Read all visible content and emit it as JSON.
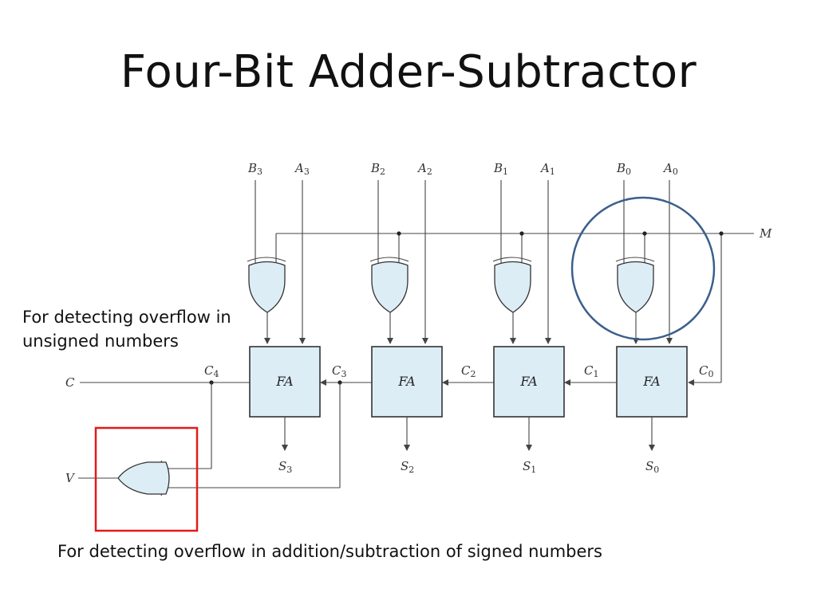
{
  "slide": {
    "title": "Four-Bit Adder-Subtractor",
    "note_unsigned": "For detecting overflow  in unsigned numbers",
    "note_signed": "For detecting overflow in addition/subtraction of signed numbers"
  },
  "diagram": {
    "stages": [
      {
        "b_label": "B",
        "b_sub": "3",
        "a_label": "A",
        "a_sub": "3",
        "fa_label": "FA",
        "s_label": "S",
        "s_sub": "3",
        "cin_label": "C",
        "cin_sub": "3"
      },
      {
        "b_label": "B",
        "b_sub": "2",
        "a_label": "A",
        "a_sub": "2",
        "fa_label": "FA",
        "s_label": "S",
        "s_sub": "2",
        "cin_label": "C",
        "cin_sub": "2"
      },
      {
        "b_label": "B",
        "b_sub": "1",
        "a_label": "A",
        "a_sub": "1",
        "fa_label": "FA",
        "s_label": "S",
        "s_sub": "1",
        "cin_label": "C",
        "cin_sub": "1"
      },
      {
        "b_label": "B",
        "b_sub": "0",
        "a_label": "A",
        "a_sub": "0",
        "fa_label": "FA",
        "s_label": "S",
        "s_sub": "0",
        "cin_label": "C",
        "cin_sub": "0"
      }
    ],
    "carry_out": {
      "label": "C",
      "sub": "4"
    },
    "output_c": "C",
    "output_v": "V",
    "mode_input": "M"
  },
  "colors": {
    "gate_fill": "#dcedf6",
    "highlight_circle": "#3b5f8c",
    "highlight_box": "#e01b1b"
  }
}
